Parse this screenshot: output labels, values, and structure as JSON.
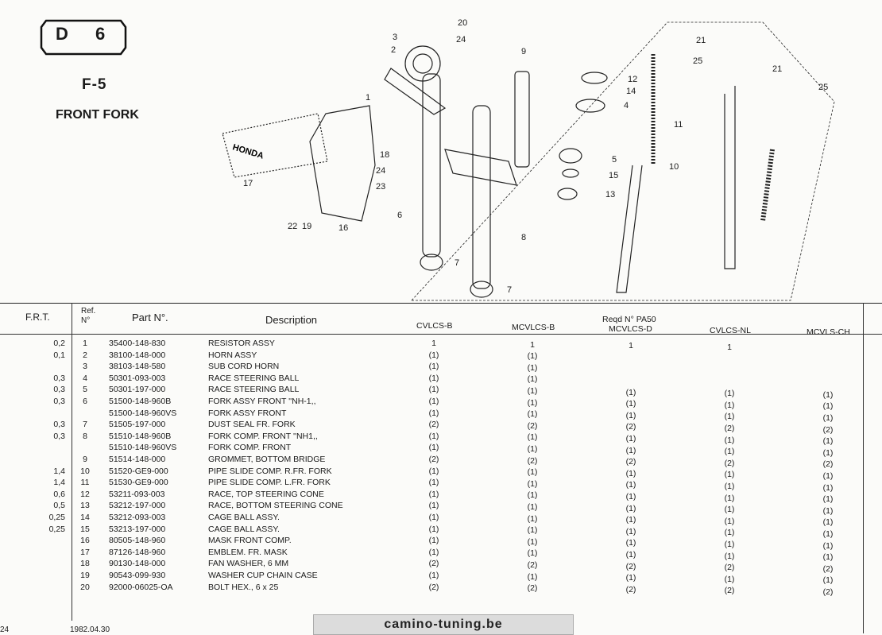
{
  "section": {
    "letter": "D",
    "number": "6"
  },
  "figure": {
    "code": "F-5",
    "title": "FRONT FORK"
  },
  "emblem_text": "HONDA",
  "callouts": [
    "1",
    "2",
    "3",
    "4",
    "5",
    "6",
    "7",
    "7",
    "8",
    "9",
    "10",
    "11",
    "12",
    "13",
    "14",
    "15",
    "16",
    "17",
    "18",
    "19",
    "20",
    "21",
    "21",
    "22",
    "23",
    "24",
    "24",
    "25",
    "25"
  ],
  "table": {
    "headers": {
      "frt": "F.R.T.",
      "ref": "Ref. N°",
      "part": "Part N°.",
      "desc": "Description",
      "reqd": "Reqd N° PA50"
    },
    "models": [
      "CVLCS-B",
      "MCVLCS-B",
      "MCVLCS-D",
      "CVLCS-NL",
      "MCVLS-CH"
    ],
    "rows": [
      {
        "frt": "0,2",
        "ref": "1",
        "part": "35400-148-830",
        "desc": "RESISTOR ASSY",
        "q": [
          "1",
          "1",
          "1",
          "1",
          ""
        ]
      },
      {
        "frt": "0,1",
        "ref": "2",
        "part": "38100-148-000",
        "desc": "HORN ASSY",
        "q": [
          "(1)",
          "(1)",
          "",
          "",
          ""
        ]
      },
      {
        "frt": "",
        "ref": "3",
        "part": "38103-148-580",
        "desc": "SUB CORD HORN",
        "q": [
          "(1)",
          "(1)",
          "",
          "",
          ""
        ]
      },
      {
        "frt": "0,3",
        "ref": "4",
        "part": "50301-093-003",
        "desc": "RACE STEERING BALL",
        "q": [
          "(1)",
          "(1)",
          "",
          "",
          ""
        ]
      },
      {
        "frt": "0,3",
        "ref": "5",
        "part": "50301-197-000",
        "desc": "RACE STEERING BALL",
        "q": [
          "(1)",
          "(1)",
          "(1)",
          "(1)",
          "(1)"
        ]
      },
      {
        "frt": "0,3",
        "ref": "6",
        "part": "51500-148-960B",
        "desc": "FORK ASSY FRONT ''NH-1,,",
        "q": [
          "(1)",
          "(1)",
          "(1)",
          "(1)",
          "(1)"
        ]
      },
      {
        "frt": "",
        "ref": "",
        "part": "51500-148-960VS",
        "desc": "FORK ASSY FRONT",
        "q": [
          "(1)",
          "(1)",
          "(1)",
          "(1)",
          "(1)"
        ]
      },
      {
        "frt": "0,3",
        "ref": "7",
        "part": "51505-197-000",
        "desc": "DUST SEAL FR. FORK",
        "q": [
          "(2)",
          "(2)",
          "(2)",
          "(2)",
          "(2)"
        ]
      },
      {
        "frt": "0,3",
        "ref": "8",
        "part": "51510-148-960B",
        "desc": "FORK COMP. FRONT ''NH1,,",
        "q": [
          "(1)",
          "(1)",
          "(1)",
          "(1)",
          "(1)"
        ]
      },
      {
        "frt": "",
        "ref": "",
        "part": "51510-148-960VS",
        "desc": "FORK COMP. FRONT",
        "q": [
          "(1)",
          "(1)",
          "(1)",
          "(1)",
          "(1)"
        ]
      },
      {
        "frt": "",
        "ref": "9",
        "part": "51514-148-000",
        "desc": "GROMMET, BOTTOM BRIDGE",
        "q": [
          "(2)",
          "(2)",
          "(2)",
          "(2)",
          "(2)"
        ]
      },
      {
        "frt": "1,4",
        "ref": "10",
        "part": "51520-GE9-000",
        "desc": "PIPE SLIDE COMP. R.FR. FORK",
        "q": [
          "(1)",
          "(1)",
          "(1)",
          "(1)",
          "(1)"
        ]
      },
      {
        "frt": "1,4",
        "ref": "11",
        "part": "51530-GE9-000",
        "desc": "PIPE SLIDE COMP. L.FR. FORK",
        "q": [
          "(1)",
          "(1)",
          "(1)",
          "(1)",
          "(1)"
        ]
      },
      {
        "frt": "0,6",
        "ref": "12",
        "part": "53211-093-003",
        "desc": "RACE, TOP STEERING CONE",
        "q": [
          "(1)",
          "(1)",
          "(1)",
          "(1)",
          "(1)"
        ]
      },
      {
        "frt": "0,5",
        "ref": "13",
        "part": "53212-197-000",
        "desc": "RACE, BOTTOM STEERING CONE",
        "q": [
          "(1)",
          "(1)",
          "(1)",
          "(1)",
          "(1)"
        ]
      },
      {
        "frt": "0,25",
        "ref": "14",
        "part": "53212-093-003",
        "desc": "CAGE BALL ASSY.",
        "q": [
          "(1)",
          "(1)",
          "(1)",
          "(1)",
          "(1)"
        ]
      },
      {
        "frt": "0,25",
        "ref": "15",
        "part": "53213-197-000",
        "desc": "CAGE BALL ASSY.",
        "q": [
          "(1)",
          "(1)",
          "(1)",
          "(1)",
          "(1)"
        ]
      },
      {
        "frt": "",
        "ref": "16",
        "part": "80505-148-960",
        "desc": "MASK FRONT COMP.",
        "q": [
          "(1)",
          "(1)",
          "(1)",
          "(1)",
          "(1)"
        ]
      },
      {
        "frt": "",
        "ref": "17",
        "part": "87126-148-960",
        "desc": "EMBLEM. FR. MASK",
        "q": [
          "(1)",
          "(1)",
          "(1)",
          "(1)",
          "(1)"
        ]
      },
      {
        "frt": "",
        "ref": "18",
        "part": "90130-148-000",
        "desc": "FAN WASHER, 6 MM",
        "q": [
          "(2)",
          "(2)",
          "(2)",
          "(2)",
          "(2)"
        ]
      },
      {
        "frt": "",
        "ref": "19",
        "part": "90543-099-930",
        "desc": "WASHER CUP CHAIN CASE",
        "q": [
          "(1)",
          "(1)",
          "(1)",
          "(1)",
          "(1)"
        ]
      },
      {
        "frt": "",
        "ref": "20",
        "part": "92000-06025-OA",
        "desc": "BOLT HEX., 6 x 25",
        "q": [
          "(2)",
          "(2)",
          "(2)",
          "(2)",
          "(2)"
        ]
      }
    ]
  },
  "footer": {
    "page": "24",
    "date": "1982.04.30",
    "site": "camino-tuning.be"
  }
}
